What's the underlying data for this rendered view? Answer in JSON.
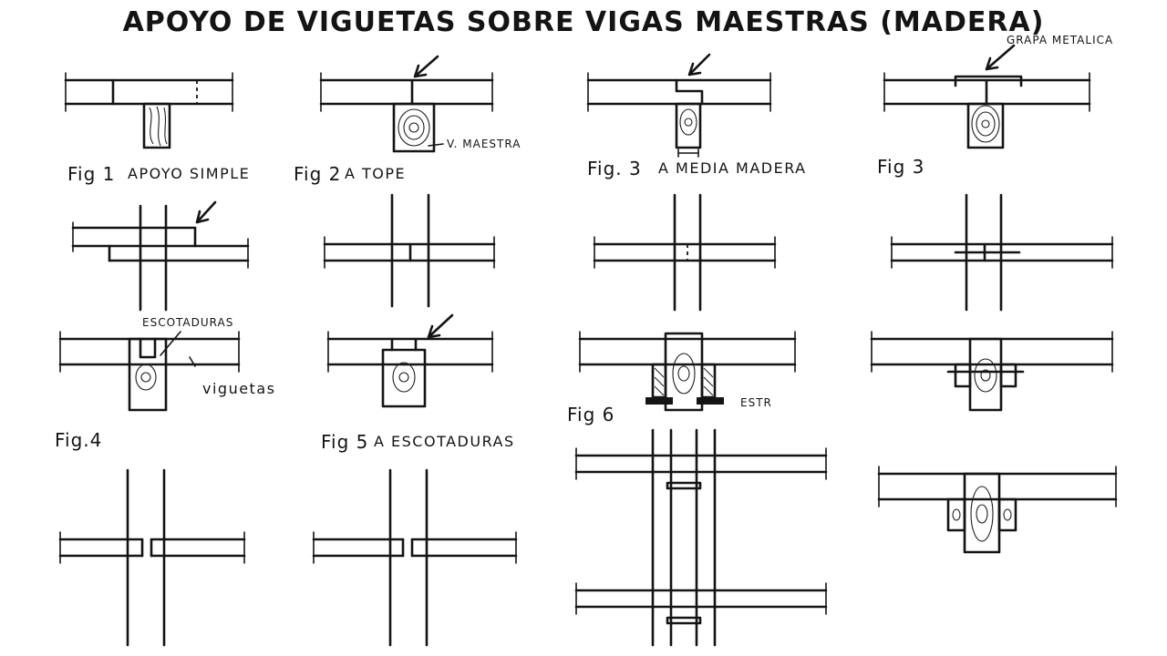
{
  "title": "APOYO DE VIGUETAS SOBRE VIGAS MAESTRAS (MADERA)",
  "labels": {
    "fig1": "Fig 1",
    "fig1_desc": "APOYO SIMPLE",
    "fig2": "Fig 2",
    "fig2_desc": "A TOPE",
    "fig3a": "Fig. 3",
    "fig3a_desc": "A MEDIA MADERA",
    "fig3b": "Fig 3",
    "fig4": "Fig.4",
    "fig5": "Fig 5",
    "fig5_desc": "A ESCOTADURAS",
    "fig6": "Fig 6",
    "v_maestra": "V. MAESTRA",
    "grapa": "GRAPA METALICA",
    "escotaduras": "ESCOTADURAS",
    "viguetas": "viguetas",
    "estr": "ESTR"
  }
}
